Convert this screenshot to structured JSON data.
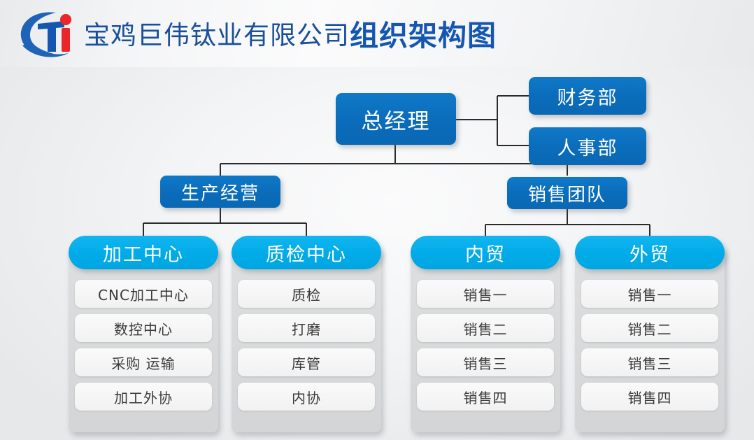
{
  "header": {
    "logo_icon": "ti-company-logo",
    "company_name": "宝鸡巨伟钛业有限公司",
    "chart_title": "组织架构图"
  },
  "colors": {
    "primary_blue": "#0a6cba",
    "accent_cyan": "#00aee8",
    "logo_blue": "#1557b0",
    "logo_red": "#e8262b",
    "panel_gray": "#d8d9da",
    "item_white": "#f5f5f5",
    "line": "#2b2b2b"
  },
  "org": {
    "root": {
      "label": "总经理"
    },
    "staff": [
      {
        "label": "财务部"
      },
      {
        "label": "人事部"
      }
    ],
    "divisions": [
      {
        "label": "生产经营"
      },
      {
        "label": "销售团队"
      }
    ],
    "groups": [
      {
        "head": "加工中心",
        "items": [
          "CNC加工中心",
          "数控中心",
          "采购 运输",
          "加工外协"
        ]
      },
      {
        "head": "质检中心",
        "items": [
          "质检",
          "打磨",
          "库管",
          "内协"
        ]
      },
      {
        "head": "内贸",
        "items": [
          "销售一",
          "销售二",
          "销售三",
          "销售四"
        ]
      },
      {
        "head": "外贸",
        "items": [
          "销售一",
          "销售二",
          "销售三",
          "销售四"
        ]
      }
    ]
  }
}
